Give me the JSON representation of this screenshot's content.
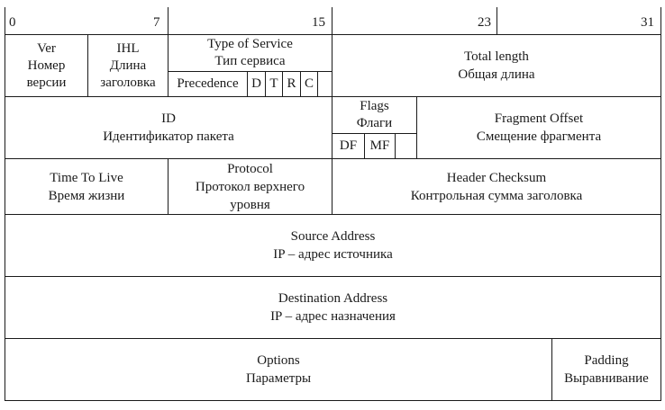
{
  "bits": [
    "0",
    "7",
    "15",
    "23",
    "31"
  ],
  "row1": {
    "ver": [
      "Ver",
      "Номер",
      "версии"
    ],
    "ihl": [
      "IHL",
      "Длина",
      "заголовка"
    ],
    "tos": [
      "Type of Service",
      "Тип сервиса"
    ],
    "tos_sub": [
      "Precedence",
      "D",
      "T",
      "R",
      "C"
    ],
    "total_length": [
      "Total length",
      "Общая длина"
    ]
  },
  "row2": {
    "id": [
      "ID",
      "Идентификатор пакета"
    ],
    "flags": [
      "Flags",
      "Флаги"
    ],
    "flag_bits": [
      "DF",
      "MF"
    ],
    "fragment_offset": [
      "Fragment Offset",
      "Смещение фрагмента"
    ]
  },
  "row3": {
    "ttl": [
      "Time To Live",
      "Время жизни"
    ],
    "protocol": [
      "Protocol",
      "Протокол верхнего",
      "уровня"
    ],
    "checksum": [
      "Header Checksum",
      "Контрольная сумма заголовка"
    ]
  },
  "row4": {
    "source": [
      "Source Address",
      "IP – адрес источника"
    ]
  },
  "row5": {
    "destination": [
      "Destination Address",
      "IP – адрес назначения"
    ]
  },
  "row6": {
    "options": [
      "Options",
      "Параметры"
    ],
    "padding": [
      "Padding",
      "Выравнивание"
    ]
  }
}
